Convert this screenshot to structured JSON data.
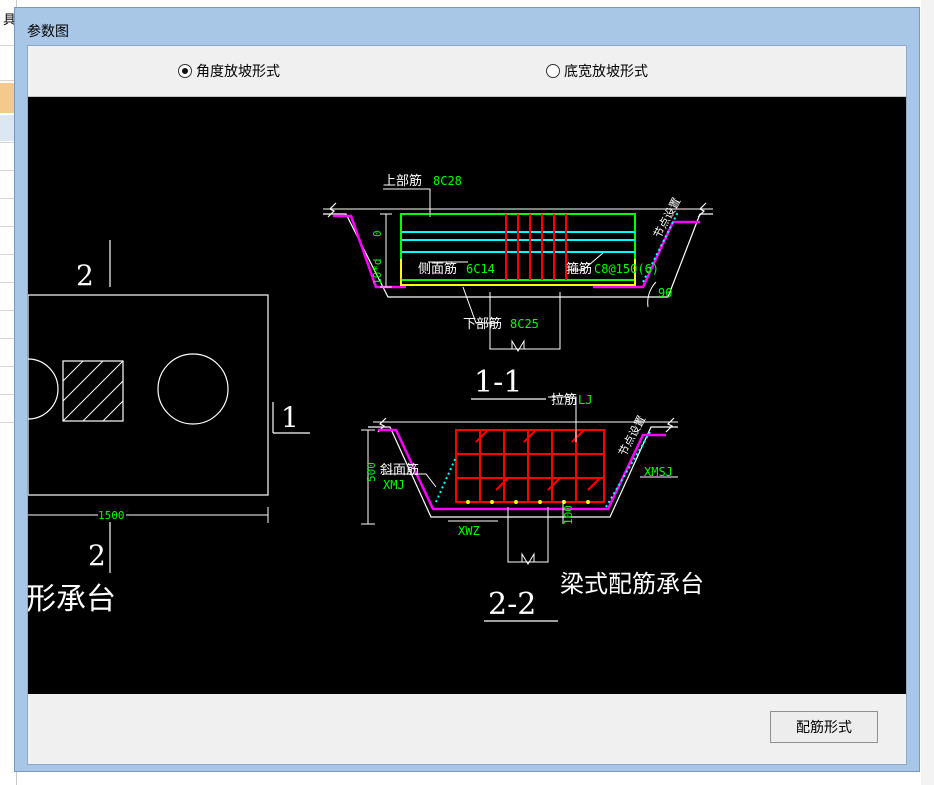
{
  "background_app": {
    "visible_fragment": "具"
  },
  "dialog": {
    "title": "参数图",
    "options": [
      {
        "label": "角度放坡形式",
        "selected": true
      },
      {
        "label": "底宽放坡形式",
        "selected": false
      }
    ],
    "button_label": "配筋形式"
  },
  "drawing": {
    "left_view": {
      "section_mark_top": "2",
      "section_mark_bottom": "2",
      "section_mark_right": "1",
      "dimension": "1500",
      "caption_fragment": "形承台"
    },
    "section_1_1": {
      "label": "1-1",
      "top_rebar": "上部筋",
      "top_rebar_value": "8C28",
      "bottom_rebar": "下部筋",
      "bottom_rebar_value": "8C25",
      "side_rebar": "侧面筋",
      "side_rebar_value": "6C14",
      "stirrup": "箍筋",
      "stirrup_value": "C8@150(6)",
      "node_setting": "节点设置",
      "angle": "90",
      "dim_zero": "0",
      "dim_left": "10*d"
    },
    "section_2_2": {
      "label": "2-2",
      "tie_bar": "拉筋",
      "tie_bar_value": "LJ",
      "slope_rebar": "斜面筋",
      "slope_rebar_value": "XMJ",
      "xmsj": "XMSJ",
      "xwz": "XWZ",
      "node_setting": "节点设置",
      "height_dim": "500",
      "bottom_dim": "100"
    },
    "main_title": "梁式配筋承台"
  },
  "colors": {
    "title_bar": "#a8c6e6",
    "canvas_bg": "#000000",
    "magenta": "#ff00ff",
    "green": "#00ff00",
    "yellow": "#ffff00",
    "cyan": "#00ffff",
    "red": "#ff0000",
    "white": "#ffffff"
  }
}
